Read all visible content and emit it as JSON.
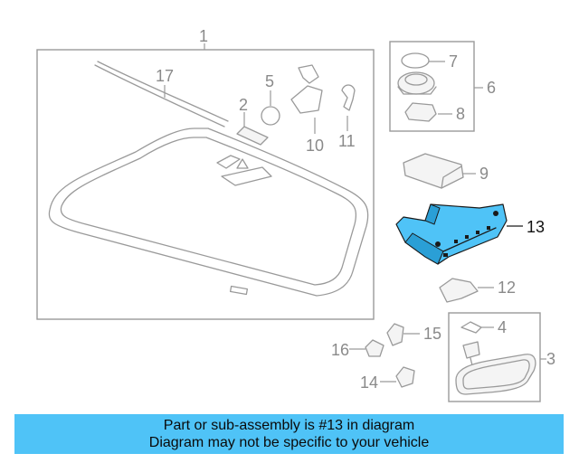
{
  "callouts": {
    "c1": "1",
    "c2": "2",
    "c3": "3",
    "c4": "4",
    "c5": "5",
    "c6": "6",
    "c7": "7",
    "c8": "8",
    "c9": "9",
    "c10": "10",
    "c11": "11",
    "c12": "12",
    "c13": "13",
    "c14": "14",
    "c15": "15",
    "c16": "16",
    "c17": "17"
  },
  "highlighted_part": "13",
  "banner": {
    "line1": "Part or sub-assembly is #13 in diagram",
    "line2": "Diagram may not be specific to your vehicle"
  },
  "colors": {
    "highlight": "#4fc3f7",
    "banner": "#4fc3f7",
    "linework": "#9a9a9a"
  }
}
